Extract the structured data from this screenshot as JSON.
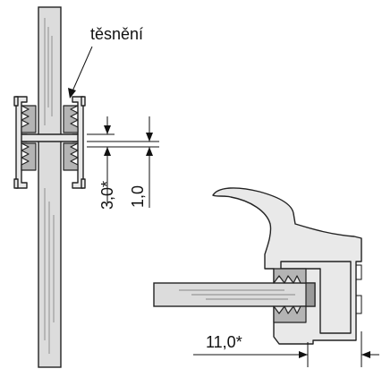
{
  "labels": {
    "seal": "těsnění",
    "dim_gap": "3,0*",
    "dim_thickness": "1,0",
    "dim_depth": "11,0*"
  },
  "colors": {
    "glass": "#dcdcdc",
    "profile": "#e9e9e9",
    "seal": "#b4b4b4",
    "ink": "#111111"
  }
}
